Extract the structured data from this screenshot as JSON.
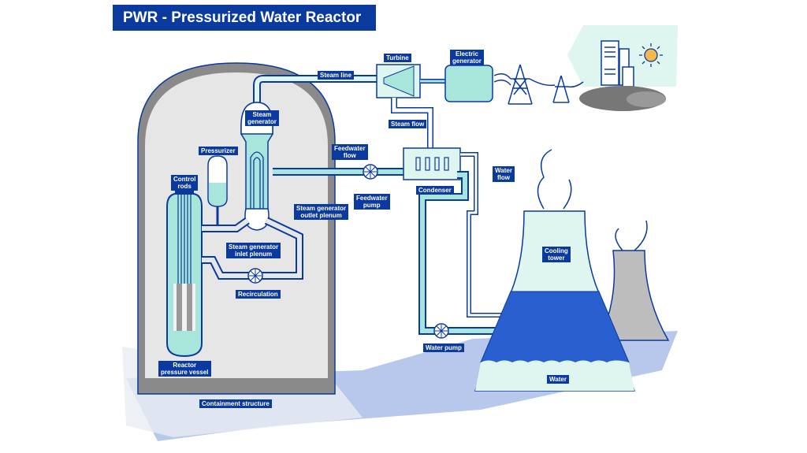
{
  "title": "PWR - Pressurized Water Reactor",
  "colors": {
    "brand_blue": "#0a3a9e",
    "water_light": "#a8e6dc",
    "water_pale": "#dff5ef",
    "containment_gray": "#e6e6e6",
    "containment_wall": "#8a8a8a",
    "cooling_water_blue": "#2a5fcf",
    "ground_blue": "#b7c8ec",
    "sun_yellow": "#f7b84b"
  },
  "labels": {
    "steam_line": "Steam line",
    "turbine": "Turbine",
    "electric_generator": "Electric\ngenerator",
    "steam_flow": "Steam flow",
    "steam_generator": "Steam\ngenerator",
    "pressurizer": "Pressurizer",
    "control_rods": "Control\nrods",
    "feedwater_flow": "Feedwater\nflow",
    "feedwater_pump": "Feedwater\npump",
    "condenser": "Condenser",
    "water_flow": "Water\nflow",
    "sg_outlet_plenum": "Steam generator\noutlet plenum",
    "sg_inlet_plenum": "Steam generator\ninlet plenum",
    "recirculation": "Recirculation",
    "reactor_pressure_vessel": "Reactor\npressure vessel",
    "containment_structure": "Containment structure",
    "cooling_tower": "Cooling\ntower",
    "water_pump": "Water pump",
    "water": "Water"
  }
}
